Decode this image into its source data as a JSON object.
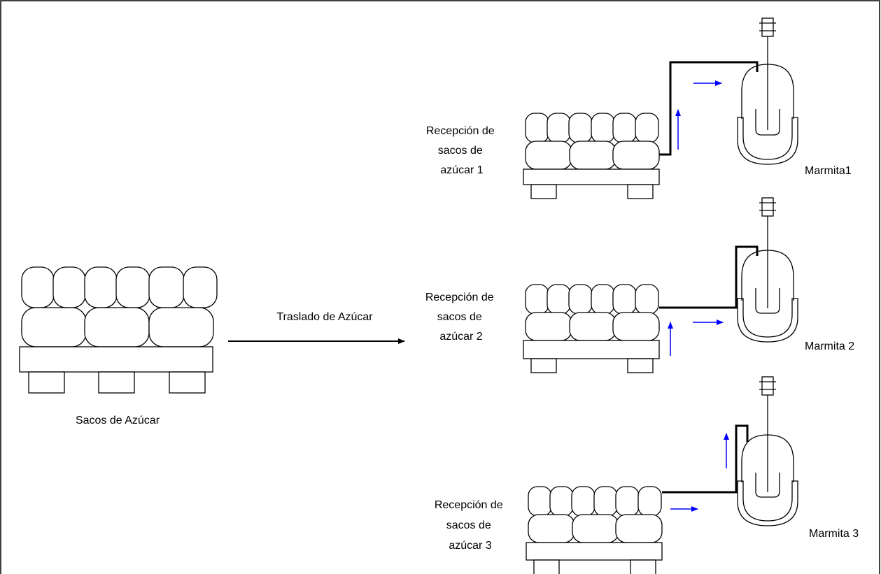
{
  "source": {
    "label": "Sacos de Azúcar"
  },
  "transfer": {
    "label": "Traslado de Azúcar"
  },
  "receptions": [
    {
      "lines": [
        "Recepción de",
        "sacos de",
        "azúcar 1"
      ],
      "kettle": "Marmita1"
    },
    {
      "lines": [
        "Recepción de",
        "sacos de",
        "azúcar 2"
      ],
      "kettle": "Marmita 2"
    },
    {
      "lines": [
        "Recepción de",
        "sacos de",
        "azúcar 3"
      ],
      "kettle": "Marmita 3"
    }
  ],
  "colors": {
    "arrow": "#0000ff",
    "line": "#000000",
    "frame": "#000000"
  }
}
